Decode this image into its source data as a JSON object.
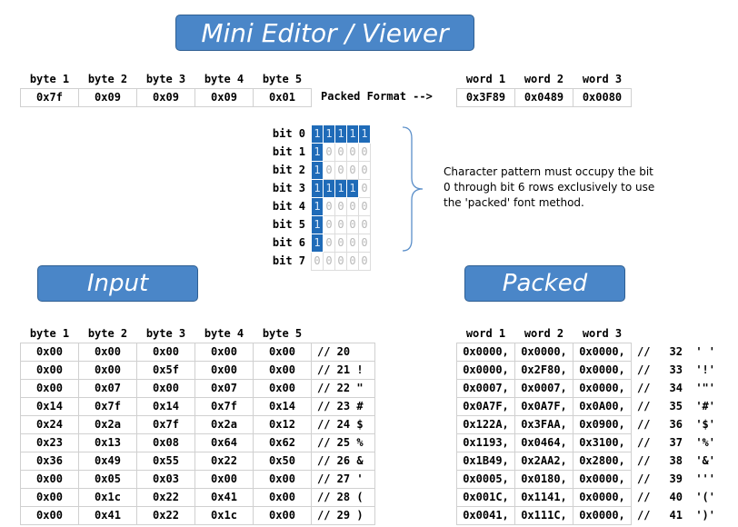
{
  "title": "Mini Editor / Viewer",
  "top": {
    "byte_headers": [
      "byte 1",
      "byte 2",
      "byte 3",
      "byte 4",
      "byte 5"
    ],
    "byte_values": [
      "0x7f",
      "0x09",
      "0x09",
      "0x09",
      "0x01"
    ],
    "packed_label": "Packed Format -->",
    "word_headers": [
      "word 1",
      "word 2",
      "word 3"
    ],
    "word_values": [
      "0x3F89",
      "0x0489",
      "0x0080"
    ]
  },
  "bitgrid": {
    "labels": [
      "bit 0",
      "bit 1",
      "bit 2",
      "bit 3",
      "bit 4",
      "bit 5",
      "bit 6",
      "bit 7"
    ],
    "rows": [
      [
        1,
        1,
        1,
        1,
        1
      ],
      [
        1,
        0,
        0,
        0,
        0
      ],
      [
        1,
        0,
        0,
        0,
        0
      ],
      [
        1,
        1,
        1,
        1,
        0
      ],
      [
        1,
        0,
        0,
        0,
        0
      ],
      [
        1,
        0,
        0,
        0,
        0
      ],
      [
        1,
        0,
        0,
        0,
        0
      ],
      [
        0,
        0,
        0,
        0,
        0
      ]
    ]
  },
  "note": "Character pattern must occupy the bit 0 through bit 6 rows exclusively to use the 'packed' font method.",
  "input": {
    "title": "Input",
    "headers": [
      "byte 1",
      "byte 2",
      "byte 3",
      "byte 4",
      "byte 5"
    ],
    "rows": [
      [
        "0x00",
        "0x00",
        "0x00",
        "0x00",
        "0x00",
        "// 20"
      ],
      [
        "0x00",
        "0x00",
        "0x5f",
        "0x00",
        "0x00",
        "// 21 !"
      ],
      [
        "0x00",
        "0x07",
        "0x00",
        "0x07",
        "0x00",
        "// 22 \""
      ],
      [
        "0x14",
        "0x7f",
        "0x14",
        "0x7f",
        "0x14",
        "// 23 #"
      ],
      [
        "0x24",
        "0x2a",
        "0x7f",
        "0x2a",
        "0x12",
        "// 24 $"
      ],
      [
        "0x23",
        "0x13",
        "0x08",
        "0x64",
        "0x62",
        "// 25 %"
      ],
      [
        "0x36",
        "0x49",
        "0x55",
        "0x22",
        "0x50",
        "// 26 &"
      ],
      [
        "0x00",
        "0x05",
        "0x03",
        "0x00",
        "0x00",
        "// 27 '"
      ],
      [
        "0x00",
        "0x1c",
        "0x22",
        "0x41",
        "0x00",
        "// 28 ("
      ],
      [
        "0x00",
        "0x41",
        "0x22",
        "0x1c",
        "0x00",
        "// 29 )"
      ]
    ]
  },
  "packed": {
    "title": "Packed",
    "headers": [
      "word 1",
      "word 2",
      "word 3"
    ],
    "rows": [
      [
        "0x0000,",
        "0x0000,",
        "0x0000,",
        "//",
        "32",
        "' '"
      ],
      [
        "0x0000,",
        "0x2F80,",
        "0x0000,",
        "//",
        "33",
        "'!'"
      ],
      [
        "0x0007,",
        "0x0007,",
        "0x0000,",
        "//",
        "34",
        "'\"'"
      ],
      [
        "0x0A7F,",
        "0x0A7F,",
        "0x0A00,",
        "//",
        "35",
        "'#'"
      ],
      [
        "0x122A,",
        "0x3FAA,",
        "0x0900,",
        "//",
        "36",
        "'$'"
      ],
      [
        "0x1193,",
        "0x0464,",
        "0x3100,",
        "//",
        "37",
        "'%'"
      ],
      [
        "0x1B49,",
        "0x2AA2,",
        "0x2800,",
        "//",
        "38",
        "'&'"
      ],
      [
        "0x0005,",
        "0x0180,",
        "0x0000,",
        "//",
        "39",
        "'''"
      ],
      [
        "0x001C,",
        "0x1141,",
        "0x0000,",
        "//",
        "40",
        "'('"
      ],
      [
        "0x0041,",
        "0x111C,",
        "0x0000,",
        "//",
        "41",
        "')'"
      ]
    ]
  }
}
